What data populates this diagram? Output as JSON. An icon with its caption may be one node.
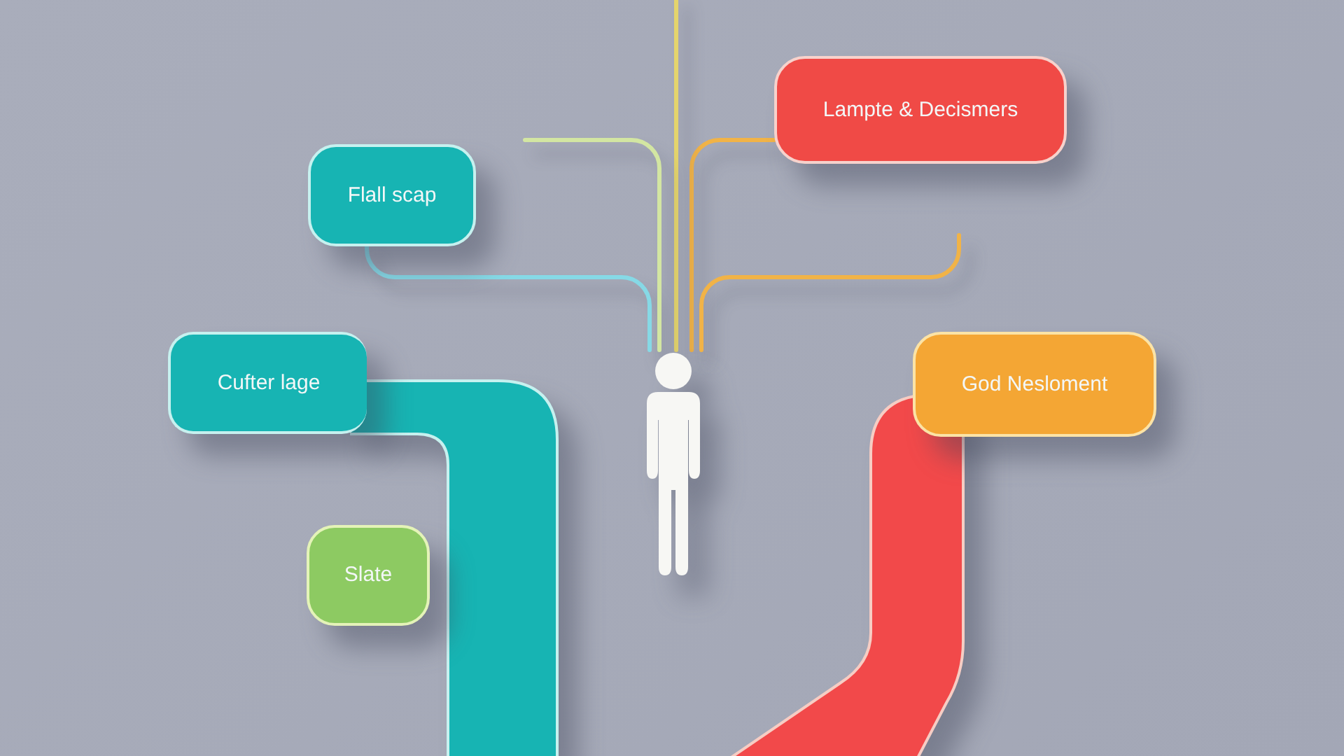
{
  "diagram": {
    "nodes": [
      {
        "text": [
          "Lampte & Decismers"
        ]
      },
      {
        "text": [
          "Flall scap"
        ]
      },
      {
        "text": [
          "Cufter lage"
        ]
      },
      {
        "text": [
          "God Nesloment"
        ]
      },
      {
        "text": [],
        "shape": "person"
      },
      {
        "text": [],
        "shape": "band"
      },
      {
        "text": [],
        "shape": "band"
      },
      {
        "text": [
          "Slate"
        ]
      }
    ],
    "edges": [
      {
        "from": 1,
        "to": 4,
        "arrow": "none",
        "color": "#86d9e6"
      },
      {
        "from": 0,
        "to": 4,
        "arrow": "none",
        "color": "#f1b347"
      },
      {
        "from": null,
        "to": 4,
        "arrow": "none",
        "color": "#e4d46c"
      },
      {
        "from": null,
        "to": 4,
        "arrow": "none",
        "color": "#d3e6a2"
      },
      {
        "from": null,
        "to": 4,
        "arrow": "none",
        "color": "#f1b347"
      }
    ]
  }
}
